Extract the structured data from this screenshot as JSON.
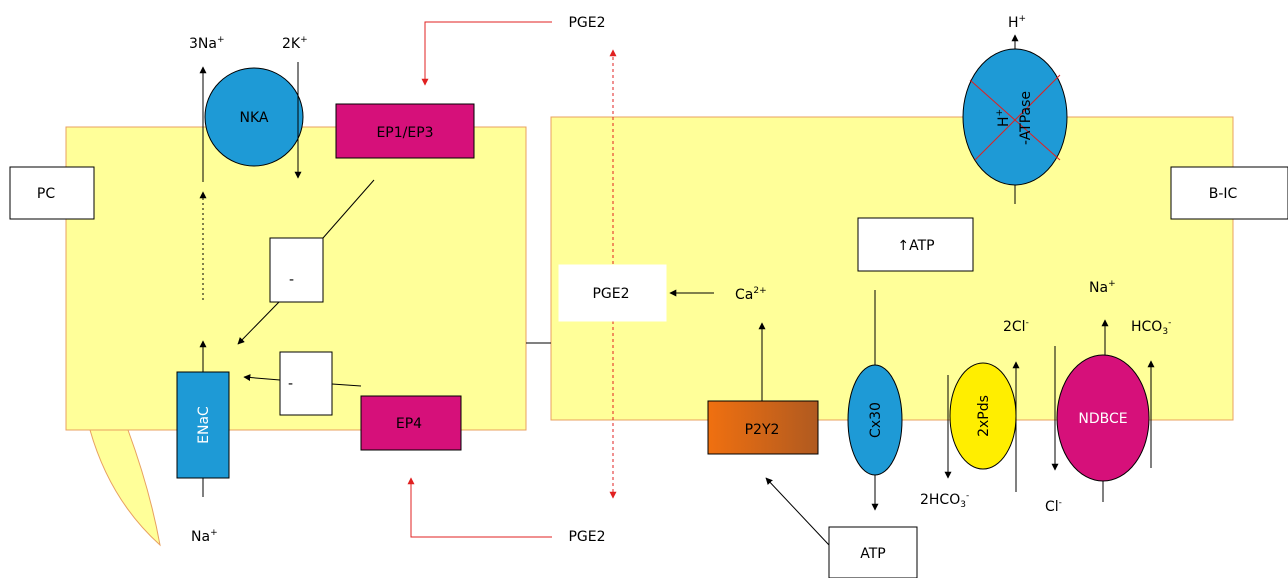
{
  "labels": {
    "pc": "PC",
    "bic": "B-IC",
    "pge2_top": "PGE2",
    "pge2_bottom": "PGE2",
    "pge2_box": "PGE2",
    "nka": "NKA",
    "ep1_ep3": "EP1/EP3",
    "ep4": "EP4",
    "enac": "ENaC",
    "minus1": "-",
    "minus2": "-",
    "na_out": "3Na",
    "na_out_sup": "+",
    "k_in": "2K",
    "k_in_sup": "+",
    "na_bottom": "Na",
    "na_bottom_sup": "+",
    "h": "H",
    "h_sup": "+",
    "hatpase_h": "H",
    "hatpase_h_sup": "+",
    "hatpase_rest": "-ATPase",
    "atp_up": "↑ATP",
    "ca": "Ca",
    "ca_sup": "2+",
    "p2y2": "P2Y2",
    "cx30": "Cx30",
    "pds": "2xPds",
    "ndbce": "NDBCE",
    "twocl": "2Cl",
    "twocl_sup": "-",
    "twohco3": "2HCO",
    "twohco3_sub": "3",
    "twohco3_sup": "-",
    "na_right": "Na",
    "na_right_sup": "+",
    "hco3": "HCO",
    "hco3_sub": "3",
    "hco3_sup": "-",
    "cl": "Cl",
    "cl_sup": "-",
    "atp_bottom": "ATP"
  },
  "colors": {
    "cell_fill": "#ffff99",
    "cell_stroke": "#e8a060",
    "blue": "#1e9ad6",
    "magenta": "#d6107a",
    "yellow": "#ffee00",
    "red_arrow": "#e02020",
    "orange_start": "#f07010",
    "orange_end": "#b05a20"
  }
}
